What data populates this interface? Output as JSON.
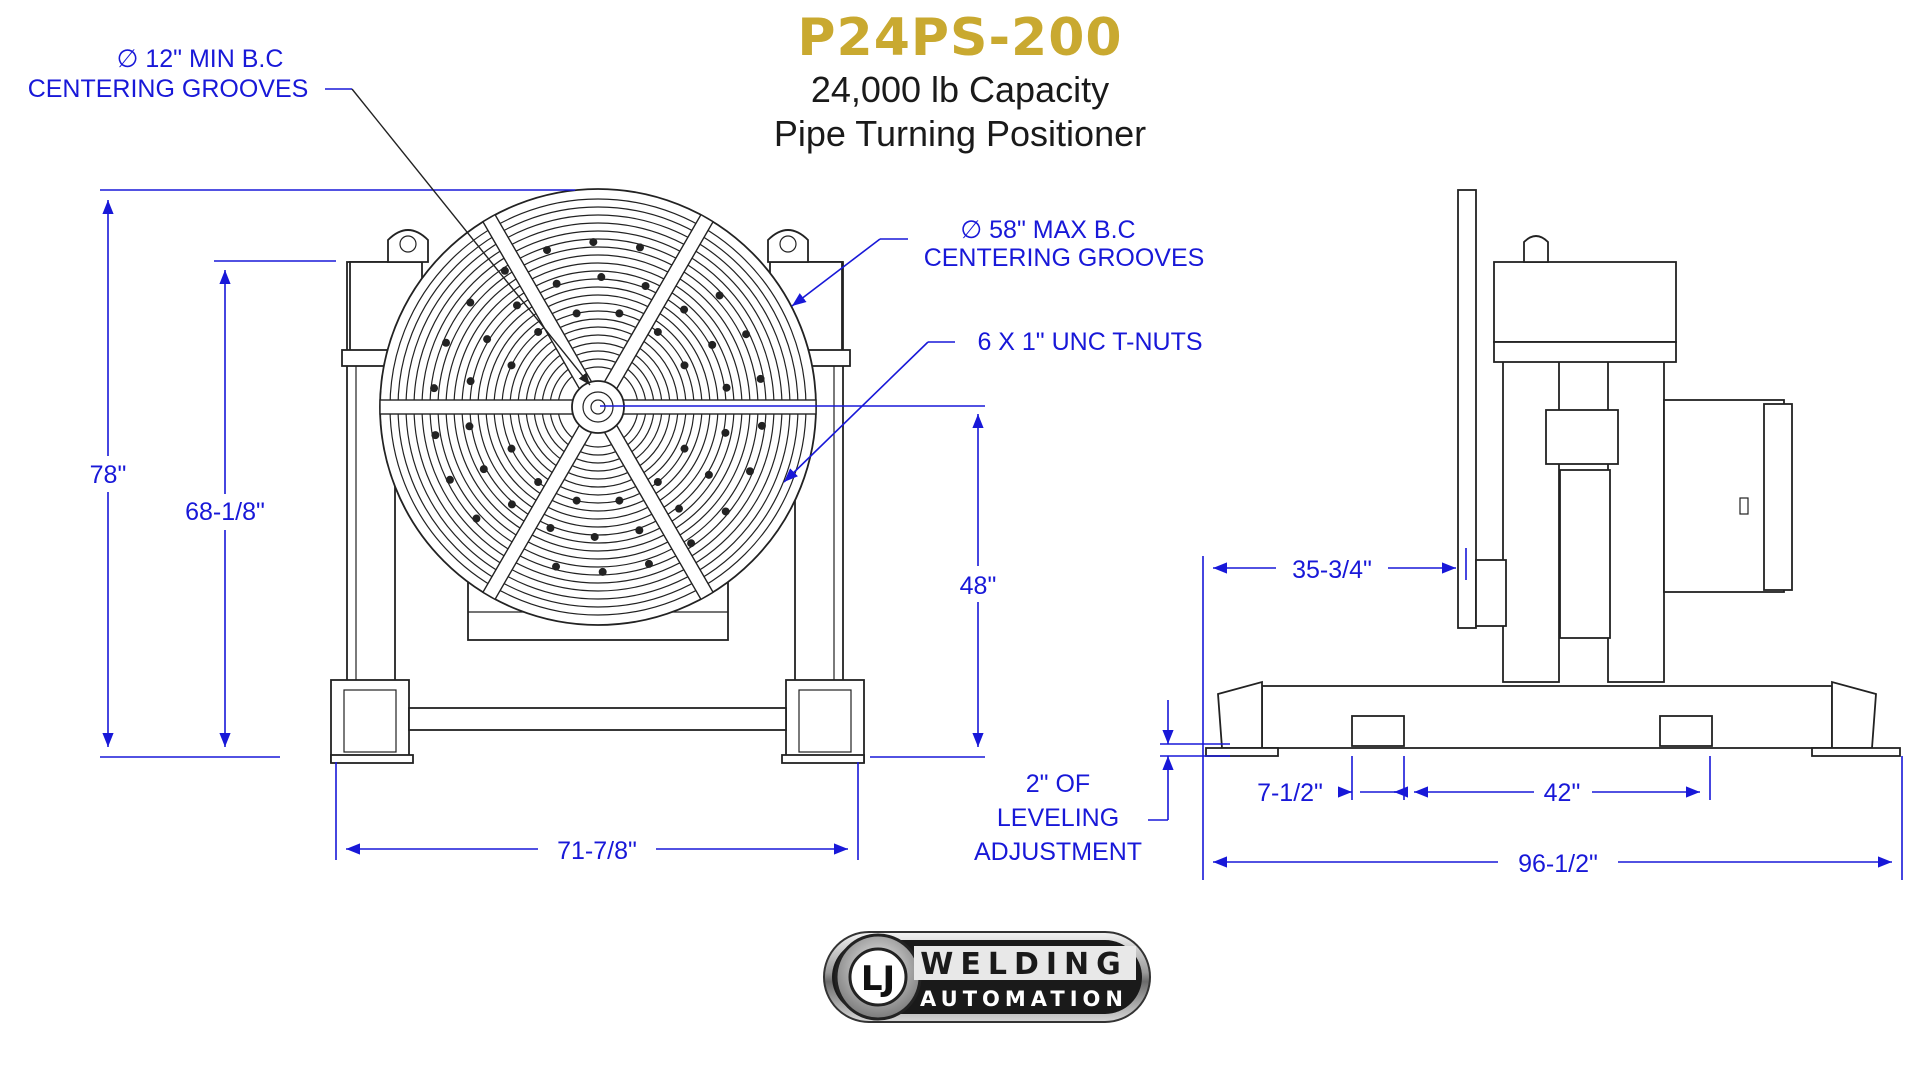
{
  "title": {
    "model": "P24PS-200",
    "capacity": "24,000 lb Capacity",
    "description": "Pipe Turning Positioner"
  },
  "callouts": {
    "min_bc_line1": "∅  12\" MIN B.C",
    "min_bc_line2": "CENTERING GROOVES",
    "max_bc_line1": "∅  58\" MAX B.C",
    "max_bc_line2": "CENTERING GROOVES",
    "tnuts": "6 X 1\" UNC T-NUTS",
    "leveling_line1": "2\" OF",
    "leveling_line2": "LEVELING",
    "leveling_line3": "ADJUSTMENT"
  },
  "dimensions": {
    "overall_height": "78\"",
    "pedestal_height": "68-1/8\"",
    "center_height": "48\"",
    "front_width": "71-7/8\"",
    "side_offset": "35-3/4\"",
    "pocket_offset": "7-1/2\"",
    "pocket_spacing": "42\"",
    "overall_length": "96-1/2\""
  },
  "logo": {
    "mark": "LJ",
    "line1": "WELDING",
    "line2": "AUTOMATION"
  },
  "colors": {
    "model_title": "#c9a930",
    "dimension": "#1818d8",
    "drawing": "#222222"
  }
}
